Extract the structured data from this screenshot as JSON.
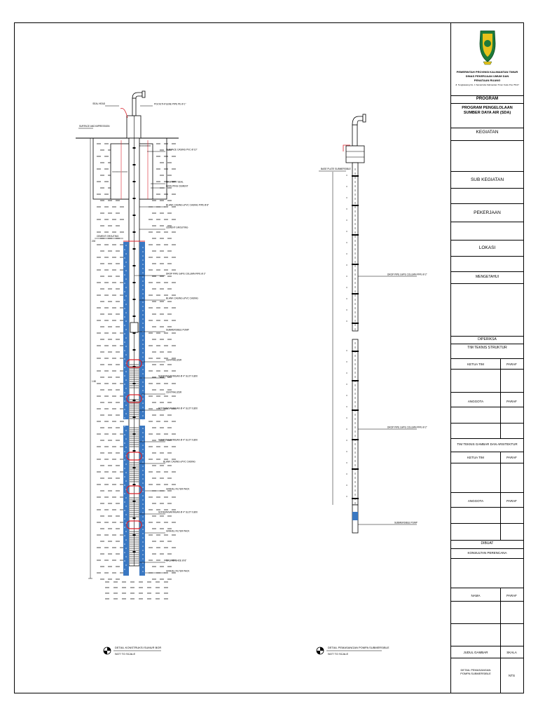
{
  "left_detail": {
    "labels": [
      "SEAL HEAD",
      "POLYETHYLENE PIPE PE Ø 1\"",
      "SURFACE AND IMPRESSION",
      "SURFACE CASING PVC Ø 10\"",
      "SANITARY SEAL",
      "GROUTING CEMENT",
      "BLANK CASING uPVC CASING PIPE Ø 8\"",
      "CEMENT GROUTING",
      "CEMENT GROUTING",
      "DROP PIPE GI/PE COLUMN PIPE Ø 2\"",
      "BLANK CASING uPVC CASING",
      "SUBMERSIBLE PUMP",
      "CENTRALIZER",
      "SCREEN/SARINGAN Ø 4\" SLOT 0,800",
      "CENTRALIZER",
      "SCREEN/SARINGAN Ø 4\" SLOT 0,800",
      "SCREEN/SARINGAN Ø 4\" SLOT 0,800",
      "BLANK CASING uPVC CASING",
      "GRAVEL FILTER PACK",
      "SCREEN/SARINGAN Ø 4\" SLOT 0,800",
      "GRAVEL FILTER PACK",
      "CASING SHOE Ø 8\"",
      "GRAVEL FILTER PACK"
    ],
    "depth_labels": [
      "200",
      "1:50"
    ],
    "title_line1": "DETAIL KONSTRUKSI SUMUR BOR",
    "title_line2": "NOT TO SCALE"
  },
  "right_detail": {
    "labels": [
      "BASE PLATE SUBMERSIBLE",
      "DROP PIPE GI/PE COLUMN PIPE Ø 2\"",
      "DROP PIPE GI/PE COLUMN PIPE Ø 2\"",
      "SUBMERSIBLE PUMP"
    ],
    "title_line1": "DETAIL PEMASANGAN POMPA SUBMERSIBLE",
    "title_line2": "NOT TO SCALE"
  },
  "title_block": {
    "agency_line1": "PEMERINTAH PROVINSI KALIMANTAN TIMUR",
    "agency_line2": "DINAS PEKERJAAN UMUM DAN",
    "agency_line3": "PENATAAN RUANG",
    "agency_address": "Jl. Tengkawang No. 1 Samarinda Kalimantan Timur Kode Pos 75117",
    "program_header": "PROGRAM",
    "program_value": "PROGRAM PENGELOLAAN SUMBER DAYA AIR (SDA)",
    "kegiatan": "KEGIATAN",
    "sub_kegiatan": "SUB KEGIATAN",
    "pekerjaan": "PEKERJAAN",
    "lokasi": "LOKASI",
    "mengetahui": "MENGETAHUI",
    "diperiksa": "DIPERIKSA",
    "tim_struktur": "TIM TEKNIS STRUKTUR",
    "ketua_tim_1": "KETUA TIM",
    "paraf_1": "PARAF",
    "anggota_1": "ANGGOTA",
    "paraf_2": "PARAF",
    "tim_gambar": "TIM TEKNIS GAMBAR DAN ARSITEKTUR",
    "ketua_tim_2": "KETUA TIM",
    "paraf_3": "PARAF",
    "anggota_2": "ANGGOTA",
    "paraf_4": "PARAF",
    "dibuat": "DIBUAT",
    "konsultan": "KONSULTAN PERENCANA",
    "nama": "NAMA",
    "paraf_5": "PARAF",
    "judul_gambar": "JUDUL GAMBAR",
    "skala": "SKALA",
    "judul_value": "DETAIL PEMASANGAN POMPA SUBMERSIBLE",
    "skala_value": "NTS"
  },
  "colors": {
    "line": "#000000",
    "gravel": "#3a78c2",
    "accent_red": "#d9202a",
    "logo_green": "#1e7a3a",
    "logo_yellow": "#e8c21a"
  }
}
